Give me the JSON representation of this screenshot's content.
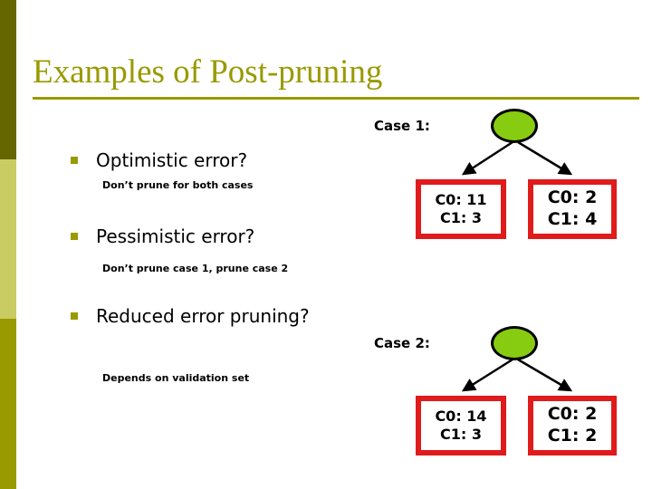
{
  "slide": {
    "title": "Examples of Post-pruning"
  },
  "sidebar": {
    "bands": [
      {
        "name": "top-band",
        "color": "#666600"
      },
      {
        "name": "middle-band",
        "color": "#c9cc63"
      },
      {
        "name": "bottom-band",
        "color": "#999900"
      }
    ]
  },
  "bullets": [
    {
      "label": "Optimistic error?",
      "note": "Don’t prune for both cases"
    },
    {
      "label": "Pessimistic error?",
      "note": "Don’t prune case 1, prune case 2"
    },
    {
      "label": "Reduced error pruning?",
      "note": "Depends on validation set"
    }
  ],
  "trees": [
    {
      "case_label": "Case 1:",
      "root": {
        "shape": "ellipse",
        "fill": "#88cc11",
        "stroke": "#000000"
      },
      "leaves": [
        {
          "line1": "C0: 11",
          "line2": "C1: 3"
        },
        {
          "line1": "C0: 2",
          "line2": "C1: 4"
        }
      ]
    },
    {
      "case_label": "Case 2:",
      "root": {
        "shape": "ellipse",
        "fill": "#88cc11",
        "stroke": "#000000"
      },
      "leaves": [
        {
          "line1": "C0: 14",
          "line2": "C1: 3"
        },
        {
          "line1": "C0: 2",
          "line2": "C1: 2"
        }
      ]
    }
  ],
  "colors": {
    "title": "#999900",
    "rule": "#999900",
    "bullet_marker": "#999900",
    "leaf_border": "#e01b1b",
    "node_fill": "#88cc11",
    "text": "#000000"
  }
}
